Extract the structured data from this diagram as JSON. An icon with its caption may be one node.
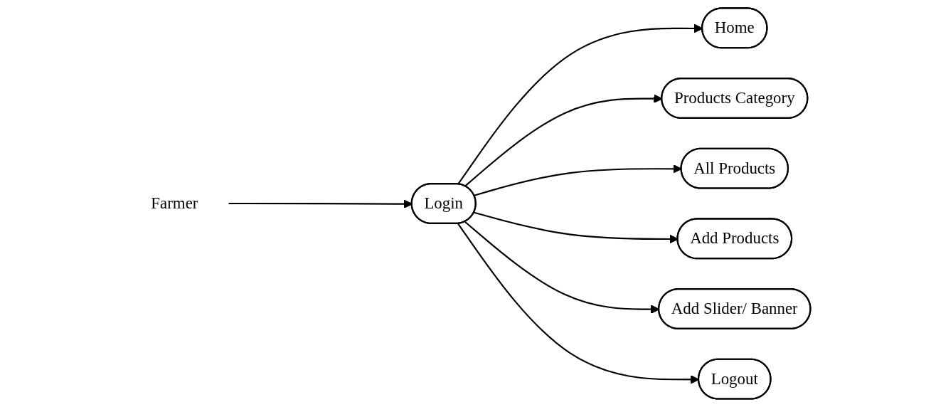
{
  "diagram": {
    "nodes": [
      {
        "text": [
          "Farmer"
        ]
      },
      {
        "text": [
          "Login"
        ]
      },
      {
        "text": [
          "Home"
        ]
      },
      {
        "text": [
          "Products Category"
        ]
      },
      {
        "text": [
          "All Products"
        ]
      },
      {
        "text": [
          "Add Products"
        ]
      },
      {
        "text": [
          "Add Slider/ Banner"
        ]
      },
      {
        "text": [
          "Logout"
        ]
      }
    ],
    "edges": [
      {
        "from": 0,
        "to": 1,
        "arrow": "to"
      },
      {
        "from": 1,
        "to": 2,
        "arrow": "to"
      },
      {
        "from": 1,
        "to": 3,
        "arrow": "to"
      },
      {
        "from": 1,
        "to": 4,
        "arrow": "to"
      },
      {
        "from": 1,
        "to": 5,
        "arrow": "to"
      },
      {
        "from": 1,
        "to": 6,
        "arrow": "to"
      },
      {
        "from": 1,
        "to": 7,
        "arrow": "to"
      }
    ]
  }
}
